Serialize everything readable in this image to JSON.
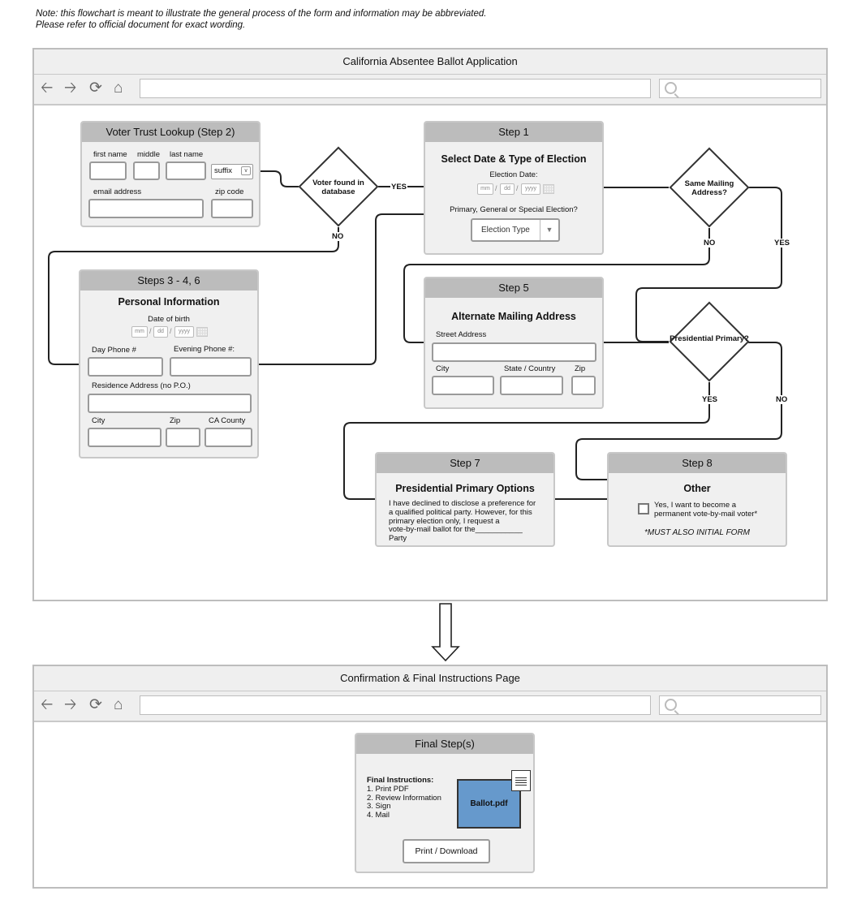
{
  "note": "Note: this flowchart is meant to illustrate the general process of the form and information may be abbreviated. Please refer to official document for exact wording.",
  "window1": {
    "title": "California Absentee Ballot Application"
  },
  "window2": {
    "title": "Confirmation & Final Instructions Page"
  },
  "icons": [
    "back-arrow-icon",
    "forward-arrow-icon",
    "reload-icon",
    "home-icon",
    "search-icon"
  ],
  "cards": {
    "lookup": {
      "title": "Voter Trust Lookup (Step 2)",
      "first_name": "first name",
      "middle": "middle",
      "last_name": "last name",
      "suffix": "suffix",
      "email": "email address",
      "zip": "zip code"
    },
    "step1": {
      "title": "Step 1",
      "subtitle": "Select Date & Type of Election",
      "date_label": "Election Date:",
      "mm": "mm",
      "dd": "dd",
      "yyyy": "yyyy",
      "type_label": "Primary, General or Special Election?",
      "election_type": "Election Type"
    },
    "steps346": {
      "title": "Steps 3 - 4, 6",
      "subtitle": "Personal Information",
      "dob_label": "Date of birth",
      "mm": "mm",
      "dd": "dd",
      "yyyy": "yyyy",
      "day_phone": "Day Phone #",
      "evening_phone": "Evening Phone #:",
      "residence": "Residence Address (no P.O.)",
      "city": "City",
      "zip": "Zip",
      "county": "CA County"
    },
    "step5": {
      "title": "Step 5",
      "subtitle": "Alternate Mailing Address",
      "street": "Street Address",
      "city": "City",
      "state": "State / Country",
      "zip": "Zip"
    },
    "step7": {
      "title": "Step 7",
      "subtitle": "Presidential Primary Options",
      "lines": [
        "I have declined to disclose a preference for",
        "a qualified political party. However, for this",
        "primary election only, I request a",
        "vote-by-mail ballot for the___________",
        "Party"
      ]
    },
    "step8": {
      "title": "Step 8",
      "subtitle": "Other",
      "checkbox_lines": [
        "Yes, I want to become a",
        "permanent vote-by-mail voter*"
      ],
      "must_initial": "*MUST ALSO INITIAL FORM"
    },
    "final": {
      "title": "Final Step(s)",
      "heading": "Final Instructions:",
      "items": [
        "1. Print PDF",
        "2. Review Information",
        "3. Sign",
        "4. Mail"
      ],
      "file_name": "Ballot.pdf",
      "button": "Print / Download"
    }
  },
  "decisions": {
    "voter_found": "Voter found in database",
    "same_mailing": "Same Mailing Address?",
    "presidential": "Presidential Primary?"
  },
  "edge_labels": {
    "found_yes": "YES",
    "found_no": "NO",
    "mailing_no": "NO",
    "mailing_yes": "YES",
    "pres_yes": "YES",
    "pres_no": "NO"
  },
  "colors": {
    "card_header": "#bcbcbc",
    "card_body": "#f0f0f0",
    "pdf_fill": "#6699cc",
    "connector": "#222222"
  }
}
